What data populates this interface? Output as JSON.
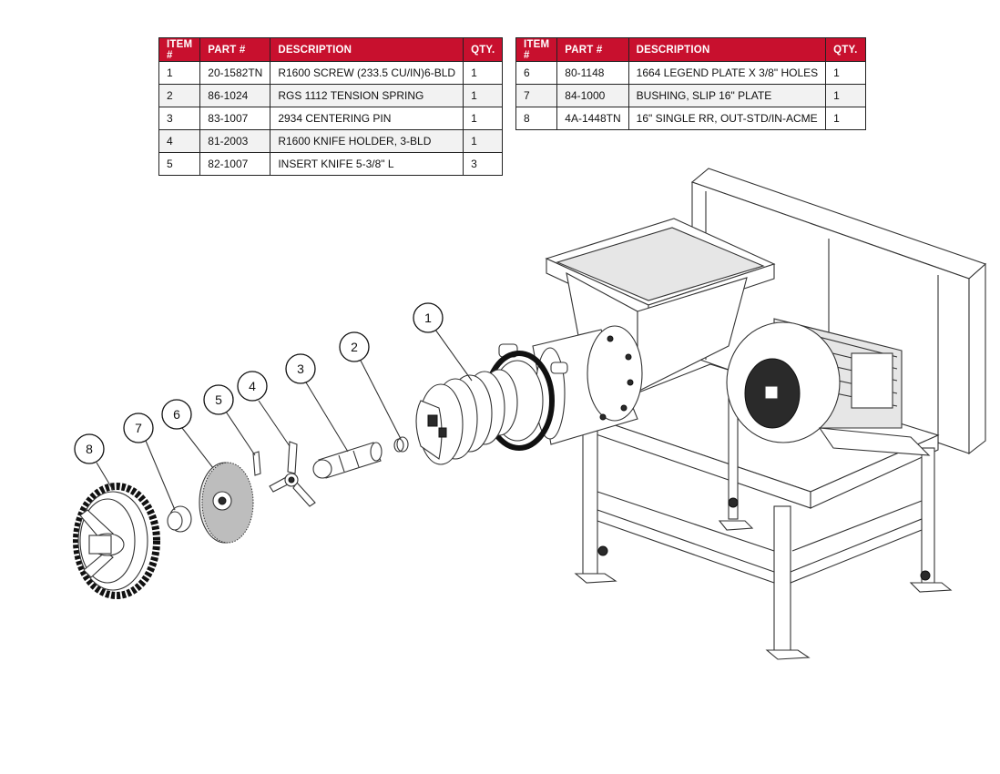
{
  "headers": {
    "item": "ITEM #",
    "part": "PART #",
    "description": "DESCRIPTION",
    "qty": "QTY."
  },
  "table_left": [
    {
      "item": "1",
      "part": "20-1582TN",
      "description": "R1600 SCREW (233.5 CU/IN)6-BLD",
      "qty": "1"
    },
    {
      "item": "2",
      "part": "86-1024",
      "description": "RGS 1112 TENSION SPRING",
      "qty": "1"
    },
    {
      "item": "3",
      "part": "83-1007",
      "description": "2934 CENTERING PIN",
      "qty": "1"
    },
    {
      "item": "4",
      "part": "81-2003",
      "description": "R1600 KNIFE HOLDER, 3-BLD",
      "qty": "1"
    },
    {
      "item": "5",
      "part": "82-1007",
      "description": "INSERT KNIFE 5-3/8\" L",
      "qty": "3"
    }
  ],
  "table_right": [
    {
      "item": "6",
      "part": "80-1148",
      "description": "1664 LEGEND PLATE X 3/8\" HOLES",
      "qty": "1"
    },
    {
      "item": "7",
      "part": "84-1000",
      "description": "BUSHING, SLIP 16\" PLATE",
      "qty": "1"
    },
    {
      "item": "8",
      "part": "4A-1448TN",
      "description": "16\" SINGLE RR, OUT-STD/IN-ACME",
      "qty": "1"
    }
  ],
  "balloons": [
    "1",
    "2",
    "3",
    "4",
    "5",
    "6",
    "7",
    "8"
  ],
  "colors": {
    "header_bg": "#c8102e",
    "header_text": "#ffffff",
    "line": "#333333"
  }
}
